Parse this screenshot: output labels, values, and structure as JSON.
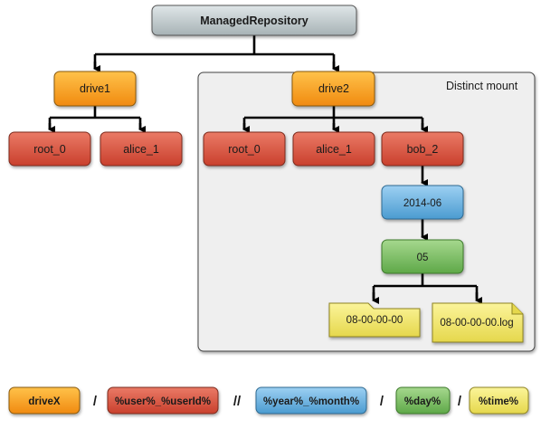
{
  "root": {
    "label": "ManagedRepository"
  },
  "mount": {
    "label": "Distinct mount"
  },
  "drive1": {
    "label": "drive1",
    "children": [
      "root_0",
      "alice_1"
    ]
  },
  "drive2": {
    "label": "drive2",
    "children": [
      "root_0",
      "alice_1",
      "bob_2"
    ],
    "year_month": "2014-06",
    "day": "05",
    "files": [
      "08-00-00-00",
      "08-00-00-00.log"
    ]
  },
  "legend": {
    "drive": "driveX",
    "sep1": "/",
    "user": "%user%_%userId%",
    "sep2": "//",
    "yearmonth": "%year%_%month%",
    "sep3": "/",
    "day": "%day%",
    "sep4": "/",
    "time": "%time%"
  },
  "colors": {
    "root": "#b9c4c7",
    "drive": "#f5a623",
    "user": "#dc5a46",
    "yearmonth": "#6fb3df",
    "day": "#80c066",
    "time": "#f0e46a",
    "mount_bg": "#efefef"
  }
}
